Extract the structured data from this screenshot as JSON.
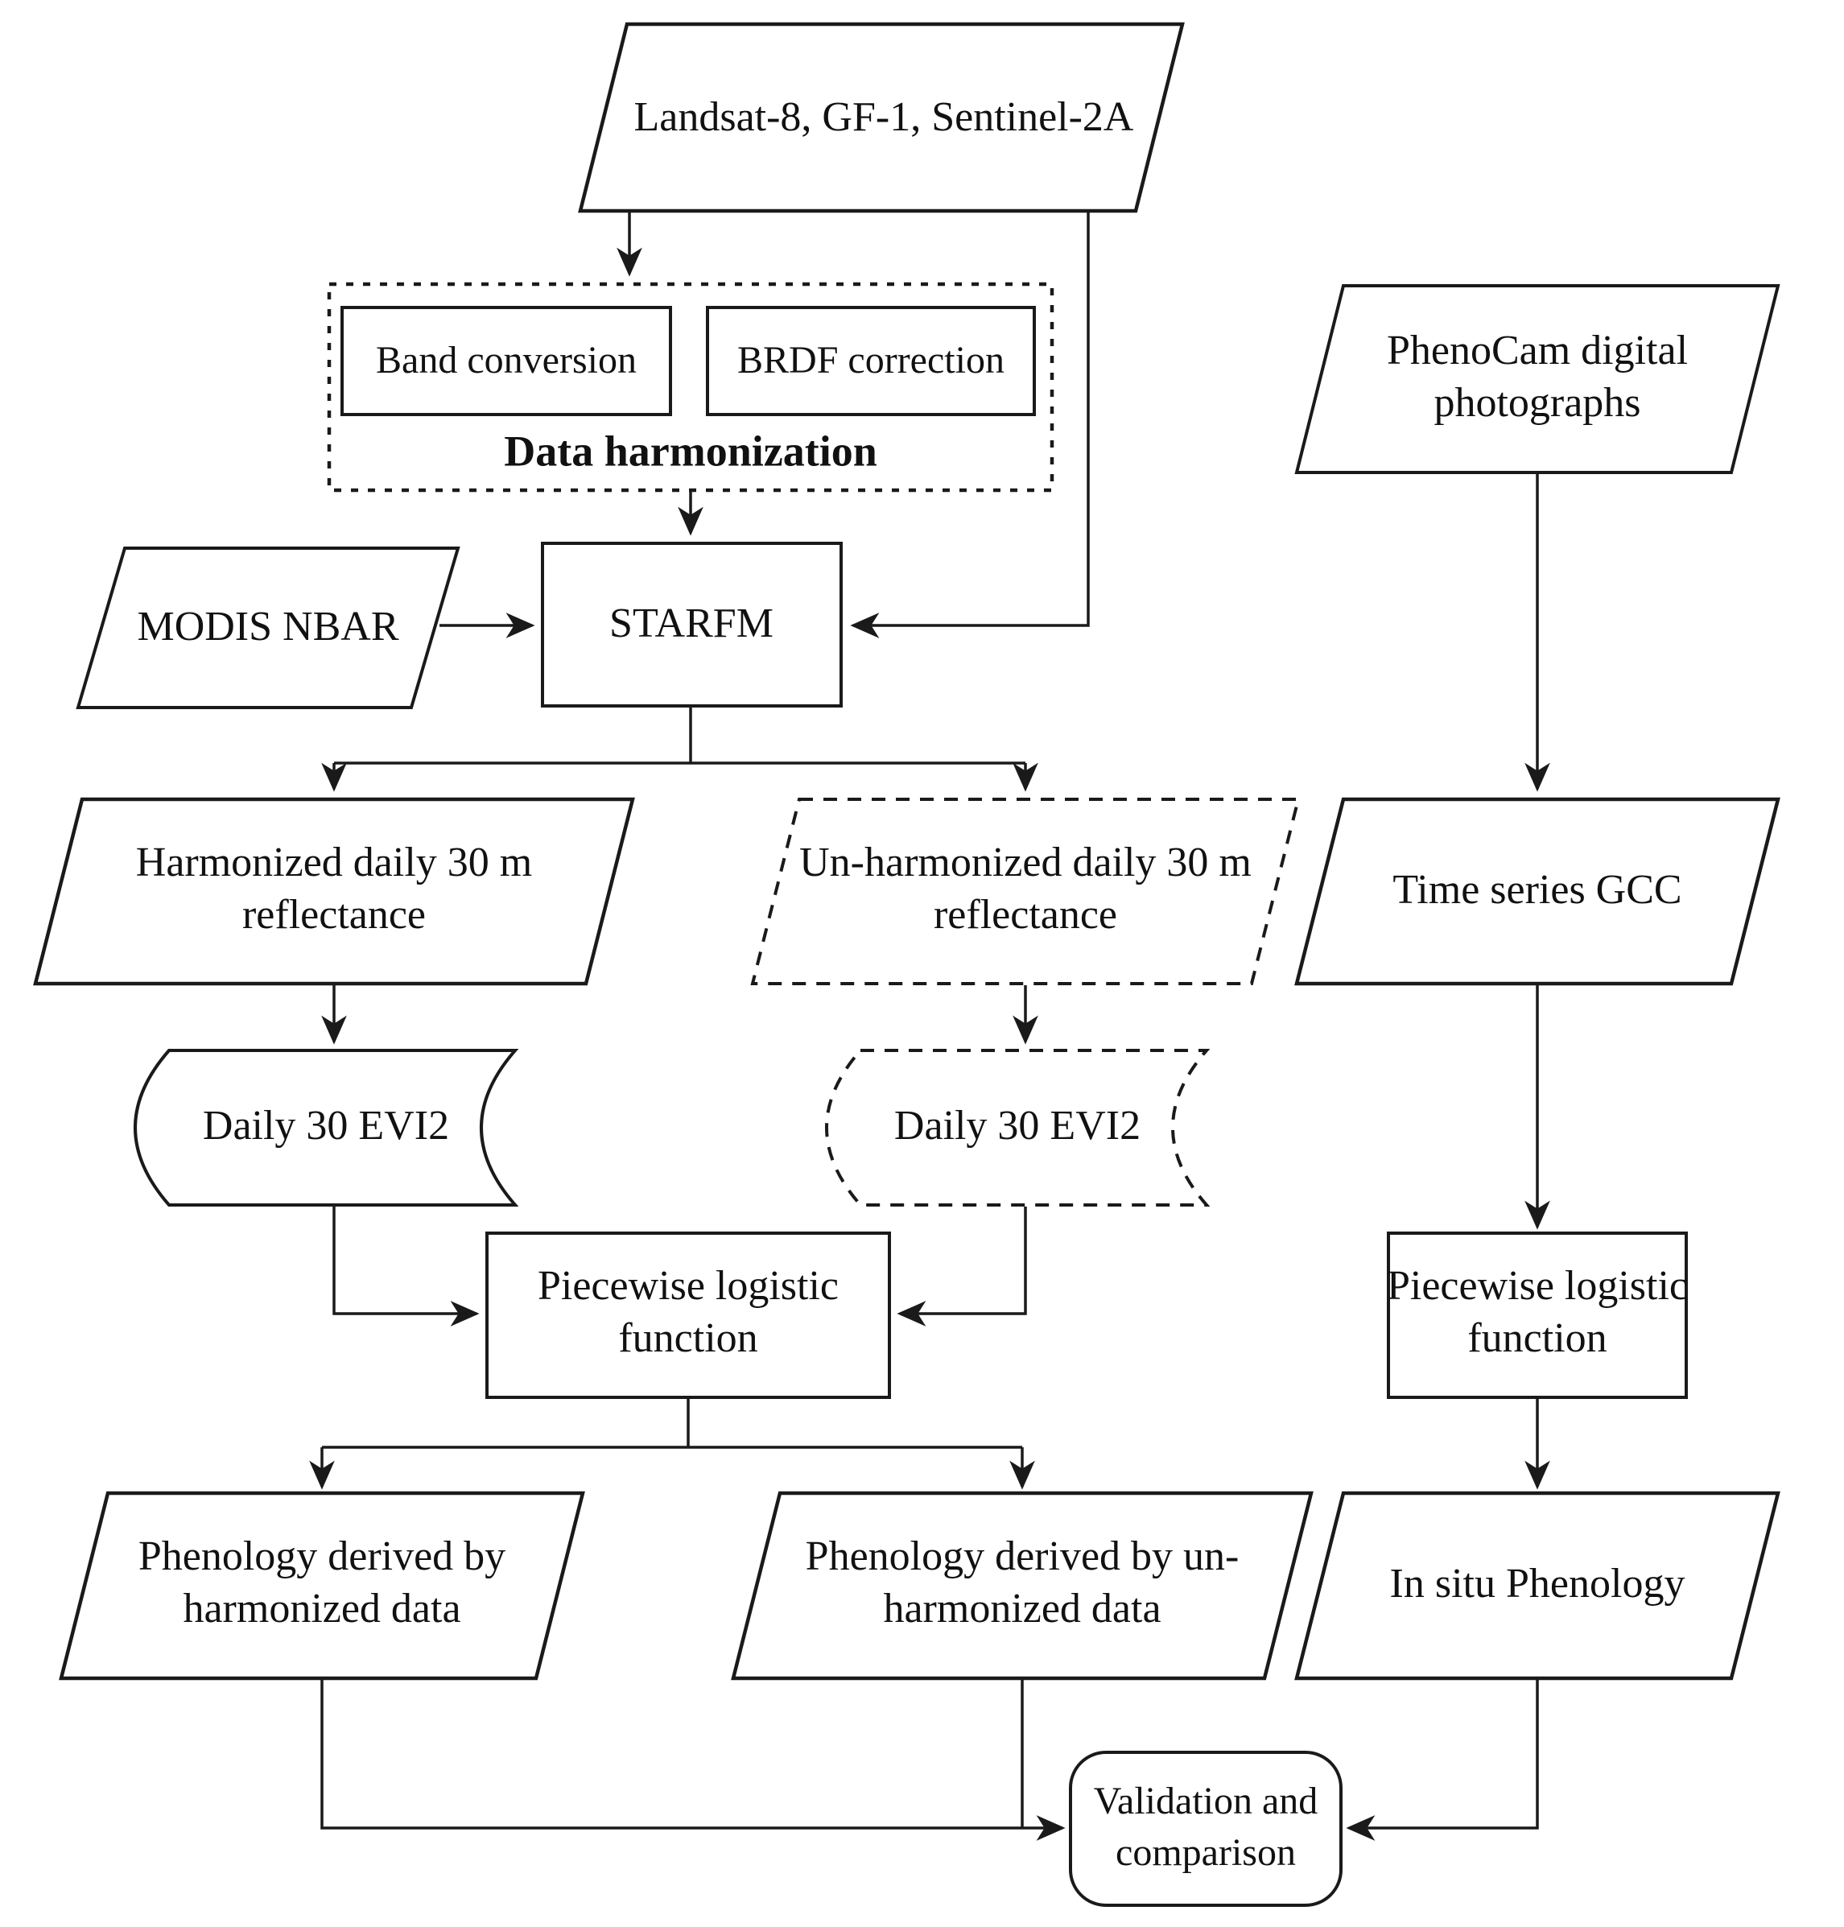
{
  "diagram": {
    "background": "#ffffff",
    "stroke_color": "#1a1a1a",
    "nodes": {
      "landsat": {
        "label": "Landsat-8, GF-1, Sentinel-2A"
      },
      "band_conversion": {
        "label": "Band conversion"
      },
      "brdf_correction": {
        "label": "BRDF correction"
      },
      "data_harmonization": {
        "label": "Data harmonization"
      },
      "modis_nbar": {
        "label": "MODIS NBAR"
      },
      "starfm": {
        "label": "STARFM"
      },
      "phenocam": {
        "line1": "PhenoCam digital",
        "line2": "photographs"
      },
      "harmonized_reflectance": {
        "line1": "Harmonized daily 30 m",
        "line2": "reflectance"
      },
      "unharmonized_reflectance": {
        "line1": "Un-harmonized daily 30 m",
        "line2": "reflectance"
      },
      "time_series_gcc": {
        "label": "Time series GCC"
      },
      "evi2_harmonized": {
        "label": "Daily 30 EVI2"
      },
      "evi2_unharmonized": {
        "label": "Daily 30 EVI2"
      },
      "piecewise_mid": {
        "line1": "Piecewise logistic",
        "line2": "function"
      },
      "piecewise_right": {
        "line1": "Piecewise logistic",
        "line2": "function"
      },
      "phenology_harmonized": {
        "line1": "Phenology derived by",
        "line2": "harmonized data"
      },
      "phenology_unharmonized": {
        "line1": "Phenology derived by un-",
        "line2": "harmonized data"
      },
      "insitu_phenology": {
        "label": "In situ Phenology"
      },
      "validation": {
        "line1": "Validation and",
        "line2": "comparison"
      }
    }
  }
}
